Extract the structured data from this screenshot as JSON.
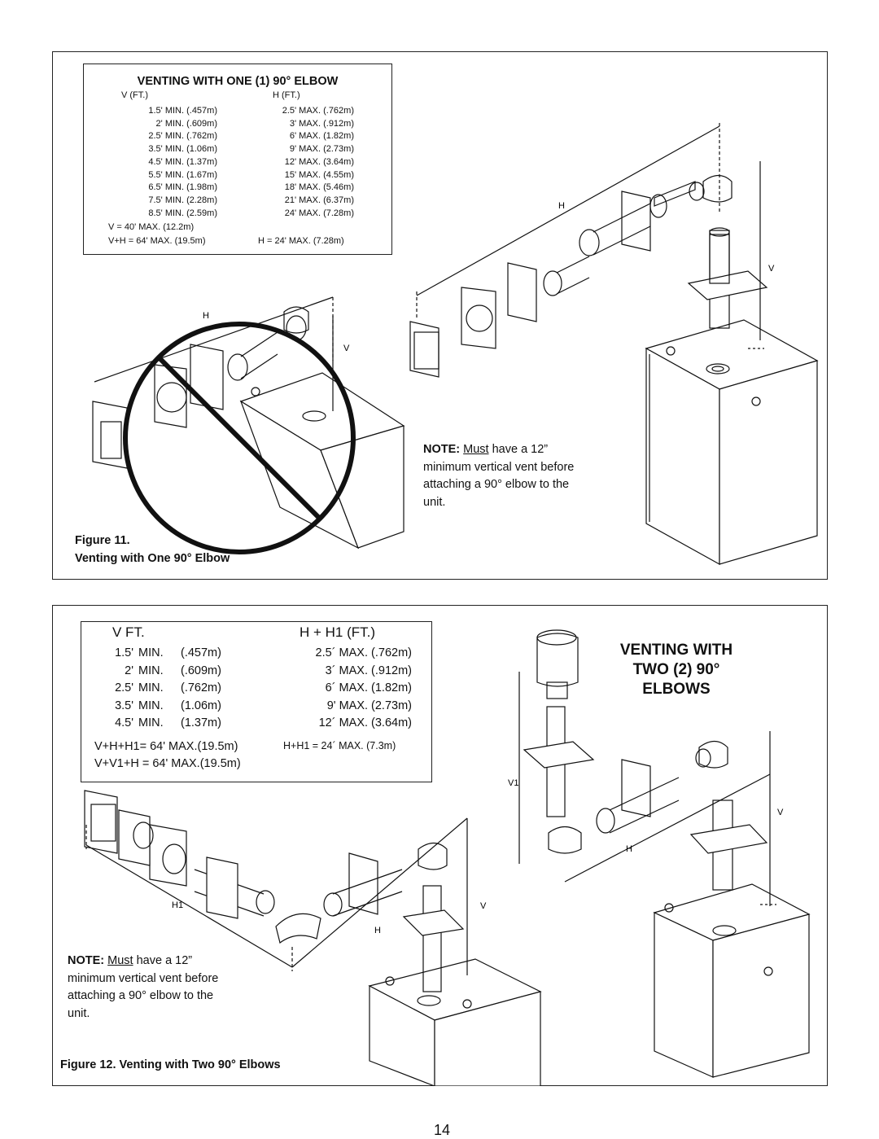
{
  "figure11": {
    "table": {
      "title": "VENTING WITH ONE (1) 90° ELBOW",
      "col_v": "V (FT.)",
      "col_h": "H (FT.)",
      "rows": [
        {
          "v": "1.5' MIN.  (.457m)",
          "h": "2.5' MAX.  (.762m)"
        },
        {
          "v": "2' MIN.  (.609m)",
          "h": "3' MAX.  (.912m)"
        },
        {
          "v": "2.5' MIN. (.762m)",
          "h": "6' MAX.  (1.82m)"
        },
        {
          "v": "3.5' MIN. (1.06m)",
          "h": "9' MAX.  (2.73m)"
        },
        {
          "v": "4.5' MIN. (1.37m)",
          "h": "12' MAX.  (3.64m)"
        },
        {
          "v": "5.5' MIN. (1.67m)",
          "h": "15' MAX.  (4.55m)"
        },
        {
          "v": "6.5' MIN. (1.98m)",
          "h": "18' MAX.  (5.46m)"
        },
        {
          "v": "7.5' MIN. (2.28m)",
          "h": "21' MAX.  (6.37m)"
        },
        {
          "v": "8.5' MIN. (2.59m)",
          "h": "24' MAX.  (7.28m)"
        },
        {
          "v": "V = 40' MAX. (12.2m)",
          "h": ""
        }
      ],
      "footer_v": "V+H = 64' MAX. (19.5m)",
      "footer_h": "H = 24' MAX. (7.28m)"
    },
    "note_bold": "NOTE:",
    "note_underline": "Must",
    "note_text": "have a 12” minimum vertical vent before attaching a 90° elbow to the unit.",
    "caption_line1": "Figure 11.",
    "caption_line2": "Venting with One 90° Elbow",
    "labels": {
      "h": "H",
      "v": "V"
    }
  },
  "figure12": {
    "table": {
      "col_v": "V FT.",
      "col_h": "H + H1 (FT.)",
      "rows": [
        {
          "v_ft": "1.5'",
          "v_min": "MIN.",
          "v_m": "(.457m)",
          "h": "2.5´ MAX.  (.762m)"
        },
        {
          "v_ft": "2'",
          "v_min": "MIN.",
          "v_m": "(.609m)",
          "h": "3´ MAX.  (.912m)"
        },
        {
          "v_ft": "2.5'",
          "v_min": "MIN.",
          "v_m": "(.762m)",
          "h": "6´ MAX.  (1.82m)"
        },
        {
          "v_ft": "3.5'",
          "v_min": "MIN.",
          "v_m": "(1.06m)",
          "h": "9' MAX.  (2.73m)"
        },
        {
          "v_ft": "4.5'",
          "v_min": "MIN.",
          "v_m": "(1.37m)",
          "h": "12´ MAX.  (3.64m)"
        }
      ],
      "footer1_v": "V+H+H1= 64' MAX.(19.5m)",
      "footer1_h": "H+H1 = 24´ MAX. (7.3m)",
      "footer2_v": "V+V1+H = 64' MAX.(19.5m)"
    },
    "title_line1": "VENTING WITH",
    "title_line2": "TWO (2) 90°",
    "title_line3": "ELBOWS",
    "note_bold": "NOTE:",
    "note_underline": "Must",
    "note_text": "have a 12” minimum vertical vent before attaching a 90° elbow to the unit.",
    "caption": "Figure 12.  Venting with Two 90° Elbows",
    "labels": {
      "h": "H",
      "h1": "H1",
      "v": "V",
      "v1": "V1"
    }
  },
  "page_number": "14"
}
